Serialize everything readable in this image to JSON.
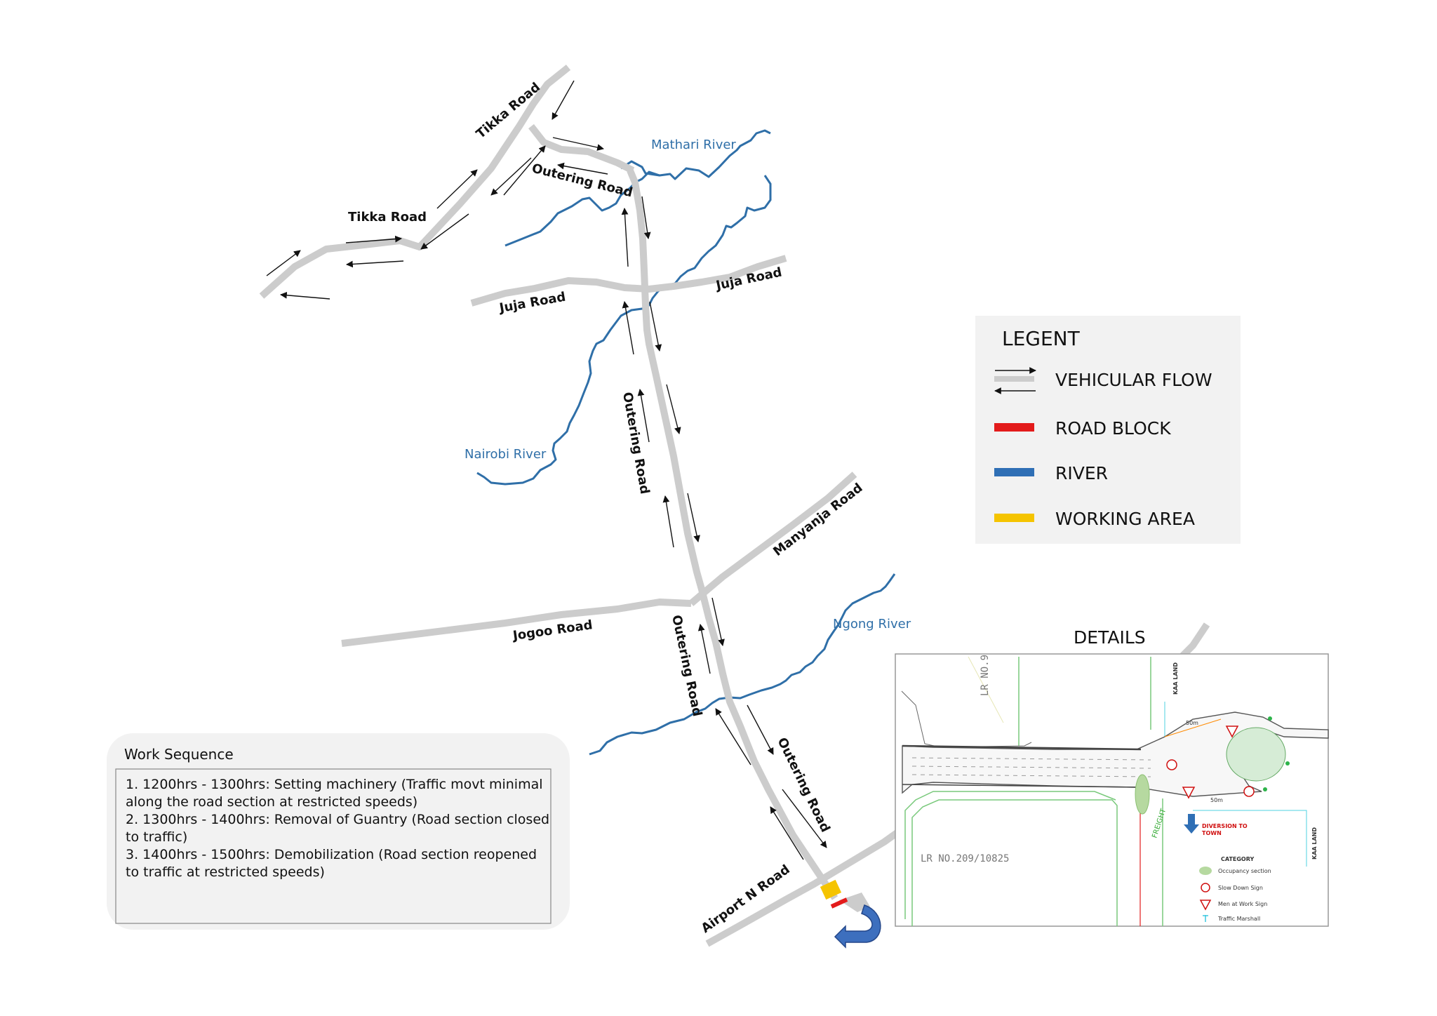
{
  "roads": {
    "tikka_road_upper": "Tikka Road",
    "tikka_road_lower": "Tikka Road",
    "outering_road_top": "Outering Road",
    "juja_road_west": "Juja Road",
    "juja_road_east": "Juja Road",
    "outering_road_mid": "Outering Road",
    "manyanja_road": "Manyanja Road",
    "jogoo_road": "Jogoo Road",
    "outering_road_lower": "Outering Road",
    "outering_road_south": "Outering Road",
    "airport_n_road": "Airport N Road"
  },
  "rivers": {
    "mathari": "Mathari River",
    "nairobi": "Nairobi River",
    "ngong": "Ngong River"
  },
  "legend": {
    "title": "LEGENT",
    "items": [
      {
        "label": "VEHICULAR FLOW",
        "icon": "vehicular-flow-icon",
        "color": "#cccccc"
      },
      {
        "label": "ROAD BLOCK",
        "icon": "road-block-icon",
        "color": "#e31b1b"
      },
      {
        "label": "RIVER",
        "icon": "river-icon",
        "color": "#2f6fb5"
      },
      {
        "label": "WORKING AREA",
        "icon": "working-area-icon",
        "color": "#f5c400"
      }
    ]
  },
  "details": {
    "title": "DETAILS",
    "lr_top": "LR NO.9",
    "lr_bottom": "LR NO.209/10825",
    "kaa_land_top": "KAA LAND",
    "kaa_land_right": "KAA LAND",
    "freight": "FREIGHT",
    "diversion_line1": "DIVERSION TO",
    "diversion_line2": "TOWN",
    "dist_top": "50m",
    "dist_bottom": "50m",
    "category": {
      "title": "CATEGORY",
      "items": [
        "Occupancy section",
        "Slow Down Sign",
        "Men at Work Sign",
        "Traffic Marshall"
      ]
    }
  },
  "work_sequence": {
    "title": "Work Sequence",
    "lines": [
      "1. 1200hrs - 1300hrs: Setting machinery (Traffic movt minimal",
      "along the road section at restricted speeds)",
      "2. 1300hrs - 1400hrs: Removal of Guantry (Road section closed",
      "to traffic)",
      "3. 1400hrs - 1500hrs: Demobilization (Road section reopened",
      "to traffic at restricted speeds)"
    ]
  },
  "colors": {
    "road": "#cccccc",
    "river": "#2f6fa8",
    "road_block": "#e31b1b",
    "working_area": "#f5c400",
    "legend_bg": "#f2f2f2"
  }
}
